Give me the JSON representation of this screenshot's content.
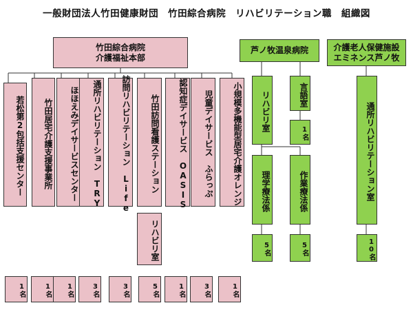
{
  "title": "一般財団法人竹田健康財団　竹田綜合病院　リハビリテーション職　組織図",
  "main_hq": {
    "line1": "竹田綜合病院",
    "line2": "介護福祉本部"
  },
  "facilities": [
    {
      "name": "若松第2包括支援センター",
      "count": "1名"
    },
    {
      "name": "竹田居宅介護支援事業所",
      "count": "1名"
    },
    {
      "name": "ほほえみデイサービスセンター",
      "count": "1名"
    },
    {
      "name": "通所リハビリテーション　TRY",
      "count": "3名"
    },
    {
      "name": "訪問リハビリテーション　Life",
      "count": "3名"
    },
    {
      "name": "竹田訪問看護ステーション",
      "count": "5名",
      "sub": "リハビリ室"
    },
    {
      "name": "認知症デイサービス　OASIS",
      "count": "1名"
    },
    {
      "name": "児童デイサービス　ふらっぷ",
      "count": "3名"
    },
    {
      "name": "小規模多機能型居宅介護オレンジ",
      "count": "1名"
    }
  ],
  "ashinomaki": {
    "title": "芦ノ牧温泉病院",
    "rehab_room": "リハビリ室",
    "speech": {
      "name": "言語室",
      "count": "1名"
    },
    "pt": {
      "name": "理学療法係",
      "count": "5名"
    },
    "ot": {
      "name": "作業療法係",
      "count": "5名"
    }
  },
  "eminence": {
    "line1": "介護老人保健施設",
    "line2": "エミネンス芦ノ牧",
    "rehab": {
      "name": "通所リハビリテーション室",
      "count": "10名"
    }
  },
  "colors": {
    "pink": "#ebc1c8",
    "green": "#8fd14f",
    "line": "#333333"
  }
}
